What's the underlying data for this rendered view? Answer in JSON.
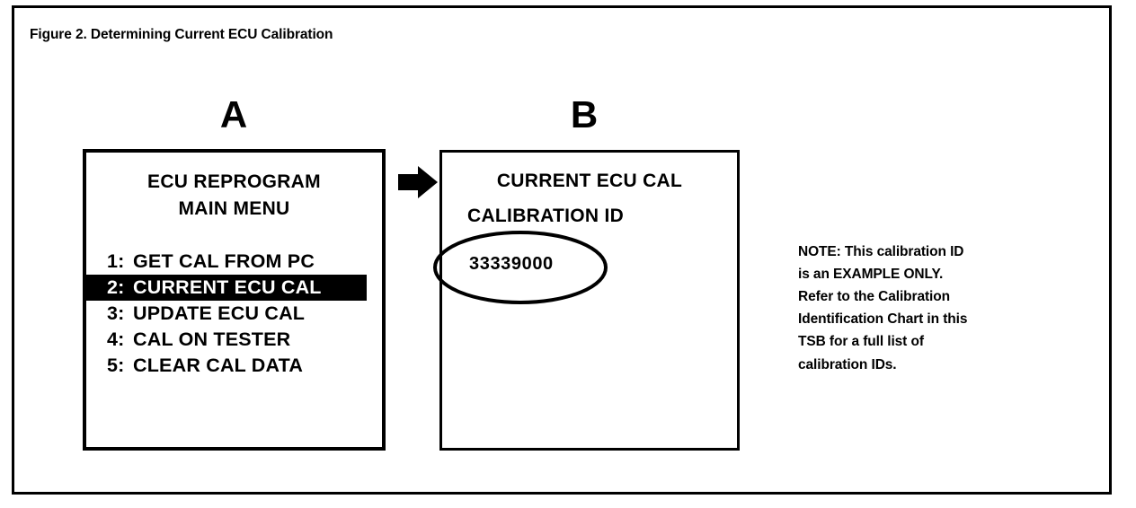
{
  "figure": {
    "caption": "Figure 2. Determining Current ECU Calibration",
    "border_color": "#000000",
    "background_color": "#ffffff"
  },
  "panel_a": {
    "letter": "A",
    "header_line_1": "ECU REPROGRAM",
    "header_line_2": "MAIN MENU",
    "menu_items": [
      {
        "number": "1:",
        "label": "GET CAL FROM PC",
        "selected": false
      },
      {
        "number": "2:",
        "label": "CURRENT ECU CAL",
        "selected": true
      },
      {
        "number": "3:",
        "label": "UPDATE ECU CAL",
        "selected": false
      },
      {
        "number": "4:",
        "label": "CAL ON TESTER",
        "selected": false
      },
      {
        "number": "5:",
        "label": "CLEAR CAL DATA",
        "selected": false
      }
    ],
    "highlight_background": "#000000",
    "highlight_text_color": "#ffffff"
  },
  "arrow": {
    "icon": "arrow-right-icon",
    "color": "#000000"
  },
  "panel_b": {
    "letter": "B",
    "title": "CURRENT ECU CAL",
    "subtitle": "CALIBRATION ID",
    "calibration_id": "33339000",
    "annotation": "ellipse-callout"
  },
  "note": {
    "line_1": "NOTE: This calibration ID",
    "line_2": "is an EXAMPLE ONLY.",
    "line_3": "Refer to the Calibration",
    "line_4": "Identification Chart in this",
    "line_5": "TSB for a full list of",
    "line_6": "calibration IDs."
  }
}
